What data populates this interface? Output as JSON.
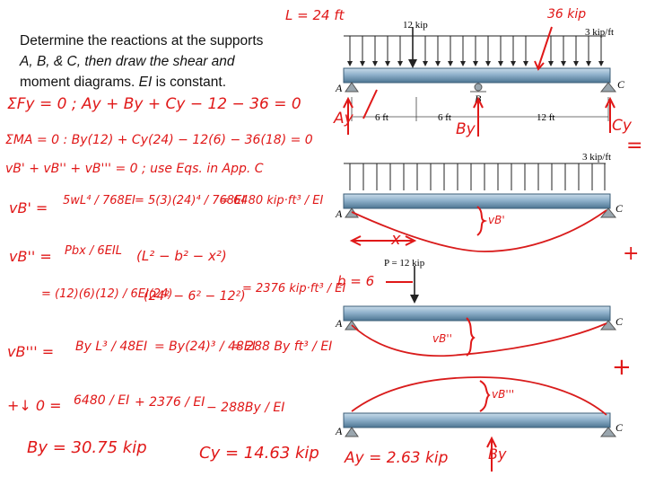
{
  "problem": {
    "line1": "Determine the reactions at the supports",
    "line2": "A, B, & C, then draw the shear and",
    "line3_prefix": "moment diagrams. ",
    "line3_var": "EI",
    "line3_suffix": " is constant."
  },
  "figure": {
    "load_12": "12 kip",
    "dist_load": "3 kip/ft",
    "dim_6a": "6 ft",
    "dim_6b": "6 ft",
    "dim_12": "12 ft",
    "label_A": "A",
    "label_B": "B",
    "label_C": "C",
    "load_P": "P = 12 kip",
    "panel2_load": "3 kip/ft",
    "panel3_load": "12 kip"
  },
  "handwriting": {
    "length": "L = 24 ft",
    "load36": "36 kip",
    "eq_sum_fy": "ΣFy = 0 ;  Ay + By + Cy − 12 − 36 = 0",
    "eq_moment": "ΣMA = 0 :  By(12) + Cy(24) − 12(6) − 36(18) = 0",
    "eq_compat": "vB' + vB'' + vB''' = 0 ;  use Eqs. in App. C",
    "vb1_lhs": "vB' =",
    "vb1_formula": "5wL⁴ / 768EI",
    "vb1_sub": "= 5(3)(24)⁴ / 768EI",
    "vb1_result": "= 6480 kip·ft³ / EI",
    "vb2_lhs": "vB'' =",
    "vb2_formula": "Pbx / 6EIL",
    "vb2_rest": "(L² − b² − x²)",
    "vb2_sub": "= (12)(6)(12) / 6EI(24)",
    "vb2_rest2": "(24² − 6² − 12²)",
    "vb2_result": "= 2376 kip·ft³ / EI",
    "vb3_lhs": "vB''' =",
    "vb3_formula": "By L³ / 48EI",
    "vb3_sub": "= By(24)³ / 48EI",
    "vb3_result": "= 288 By ft³ / EI",
    "final_eq_lhs": "+↓  0 =",
    "term1": "6480 / EI",
    "term2": "+ 2376 / EI",
    "term3": "− 288By / EI",
    "ans_by": "By = 30.75 kip",
    "ans_cy": "Cy = 14.63 kip",
    "ans_ay": "Ay = 2.63 kip",
    "ay": "Ay",
    "by": "By",
    "cy": "Cy",
    "by2": "By",
    "eq_sign": "=",
    "plus1": "+",
    "plus2": "+",
    "x": "x",
    "b6": "b = 6",
    "vB1": "vB'",
    "vB2": "vB''",
    "vB3": "vB'''"
  }
}
